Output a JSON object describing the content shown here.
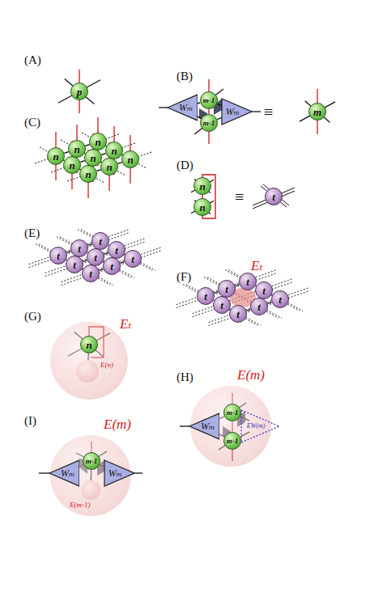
{
  "diagram": {
    "nodes": [
      {
        "text": [
          "p"
        ]
      },
      {
        "text": [
          "Wₘ"
        ]
      },
      {
        "text": [
          "m-1"
        ]
      },
      {
        "text": [
          "m-1"
        ]
      },
      {
        "text": [
          "Wₘ"
        ]
      },
      {
        "text": [
          "m"
        ]
      },
      {
        "text": [
          "n"
        ]
      },
      {
        "text": [
          "n"
        ]
      },
      {
        "text": [
          "n"
        ]
      },
      {
        "text": [
          "n"
        ]
      },
      {
        "text": [
          "n"
        ]
      },
      {
        "text": [
          "n"
        ]
      },
      {
        "text": [
          "n"
        ]
      },
      {
        "text": [
          "n"
        ]
      },
      {
        "text": [
          "n"
        ]
      },
      {
        "text": [
          "n"
        ]
      },
      {
        "text": [
          "n"
        ]
      },
      {
        "text": [
          "t"
        ]
      },
      {
        "text": [
          "t"
        ]
      },
      {
        "text": [
          "t"
        ]
      },
      {
        "text": [
          "t"
        ]
      },
      {
        "text": [
          "t"
        ]
      },
      {
        "text": [
          "t"
        ]
      },
      {
        "text": [
          "t"
        ]
      },
      {
        "text": [
          "t"
        ]
      },
      {
        "text": [
          "t"
        ]
      },
      {
        "text": [
          "t"
        ]
      },
      {
        "text": [
          "t"
        ]
      },
      {
        "text": [
          "t"
        ]
      },
      {
        "text": [
          "t"
        ]
      },
      {
        "text": [
          "t"
        ]
      },
      {
        "text": [
          "t"
        ]
      },
      {
        "text": [
          "t"
        ]
      },
      {
        "text": [
          "t"
        ]
      },
      {
        "text": [
          "t"
        ]
      },
      {
        "text": [
          "Eₜ"
        ]
      },
      {
        "text": [
          "n"
        ],
        "in": 35
      },
      {
        "text": [
          "E(n)"
        ],
        "in": 35
      },
      {
        "text": [
          "E(m)"
        ]
      },
      {
        "text": [
          "Wₘ"
        ],
        "in": 38
      },
      {
        "text": [
          "m-1"
        ],
        "in": 38
      },
      {
        "text": [
          "m-1"
        ],
        "in": 38
      },
      {
        "text": [
          "EW(m)"
        ],
        "in": 38
      },
      {
        "text": [
          "E(m)"
        ]
      },
      {
        "text": [
          "Wₘ"
        ],
        "in": 43
      },
      {
        "text": [
          "m-1"
        ],
        "in": 43
      },
      {
        "text": [
          "Wₘ"
        ],
        "in": 43
      },
      {
        "text": [
          "E(m-1)"
        ],
        "in": 43
      }
    ],
    "edges": [
      {
        "from": 1,
        "to": 2,
        "arrow": "none"
      },
      {
        "from": 1,
        "to": 3,
        "arrow": "none"
      },
      {
        "from": 2,
        "to": 3,
        "arrow": "none"
      },
      {
        "from": 2,
        "to": 4,
        "arrow": "none"
      },
      {
        "from": 3,
        "to": 4,
        "arrow": "none"
      },
      {
        "from": 6,
        "to": 7,
        "arrow": "none"
      },
      {
        "from": 7,
        "to": 8,
        "arrow": "none"
      },
      {
        "from": 9,
        "to": 10,
        "arrow": "none"
      },
      {
        "from": 10,
        "to": 11,
        "arrow": "none"
      },
      {
        "from": 12,
        "to": 13,
        "arrow": "none"
      },
      {
        "from": 13,
        "to": 14,
        "arrow": "none"
      },
      {
        "from": 6,
        "to": 9,
        "arrow": "none"
      },
      {
        "from": 9,
        "to": 12,
        "arrow": "none"
      },
      {
        "from": 7,
        "to": 10,
        "arrow": "none"
      },
      {
        "from": 10,
        "to": 13,
        "arrow": "none"
      },
      {
        "from": 8,
        "to": 11,
        "arrow": "none"
      },
      {
        "from": 11,
        "to": 14,
        "arrow": "none"
      },
      {
        "from": 15,
        "to": 16,
        "arrow": "none"
      },
      {
        "from": 18,
        "to": 19,
        "arrow": "none"
      },
      {
        "from": 19,
        "to": 20,
        "arrow": "none"
      },
      {
        "from": 21,
        "to": 22,
        "arrow": "none"
      },
      {
        "from": 22,
        "to": 23,
        "arrow": "none"
      },
      {
        "from": 24,
        "to": 25,
        "arrow": "none"
      },
      {
        "from": 25,
        "to": 26,
        "arrow": "none"
      },
      {
        "from": 18,
        "to": 21,
        "arrow": "none"
      },
      {
        "from": 21,
        "to": 24,
        "arrow": "none"
      },
      {
        "from": 19,
        "to": 22,
        "arrow": "none"
      },
      {
        "from": 22,
        "to": 25,
        "arrow": "none"
      },
      {
        "from": 20,
        "to": 23,
        "arrow": "none"
      },
      {
        "from": 23,
        "to": 26,
        "arrow": "none"
      },
      {
        "from": 27,
        "to": 28,
        "arrow": "none"
      },
      {
        "from": 28,
        "to": 29,
        "arrow": "none"
      },
      {
        "from": 32,
        "to": 33,
        "arrow": "none"
      },
      {
        "from": 33,
        "to": 34,
        "arrow": "none"
      },
      {
        "from": 27,
        "to": 30,
        "arrow": "none"
      },
      {
        "from": 30,
        "to": 32,
        "arrow": "none"
      },
      {
        "from": 29,
        "to": 31,
        "arrow": "none"
      },
      {
        "from": 31,
        "to": 34,
        "arrow": "none"
      },
      {
        "from": 36,
        "to": 37,
        "arrow": "none"
      },
      {
        "from": 39,
        "to": 40,
        "arrow": "none"
      },
      {
        "from": 39,
        "to": 41,
        "arrow": "none"
      },
      {
        "from": 40,
        "to": 41,
        "arrow": "none"
      },
      {
        "from": 40,
        "to": 42,
        "arrow": "none"
      },
      {
        "from": 41,
        "to": 42,
        "arrow": "none"
      },
      {
        "from": 44,
        "to": 45,
        "arrow": "none"
      },
      {
        "from": 45,
        "to": 46,
        "arrow": "none"
      },
      {
        "from": 45,
        "to": 47,
        "arrow": "none"
      }
    ],
    "labels": [
      "(A)",
      "(B)",
      "(C)",
      "(D)",
      "(E)",
      "(F)",
      "(G)",
      "(H)",
      "(I)",
      "≡",
      "≡",
      "Eₜ"
    ]
  }
}
